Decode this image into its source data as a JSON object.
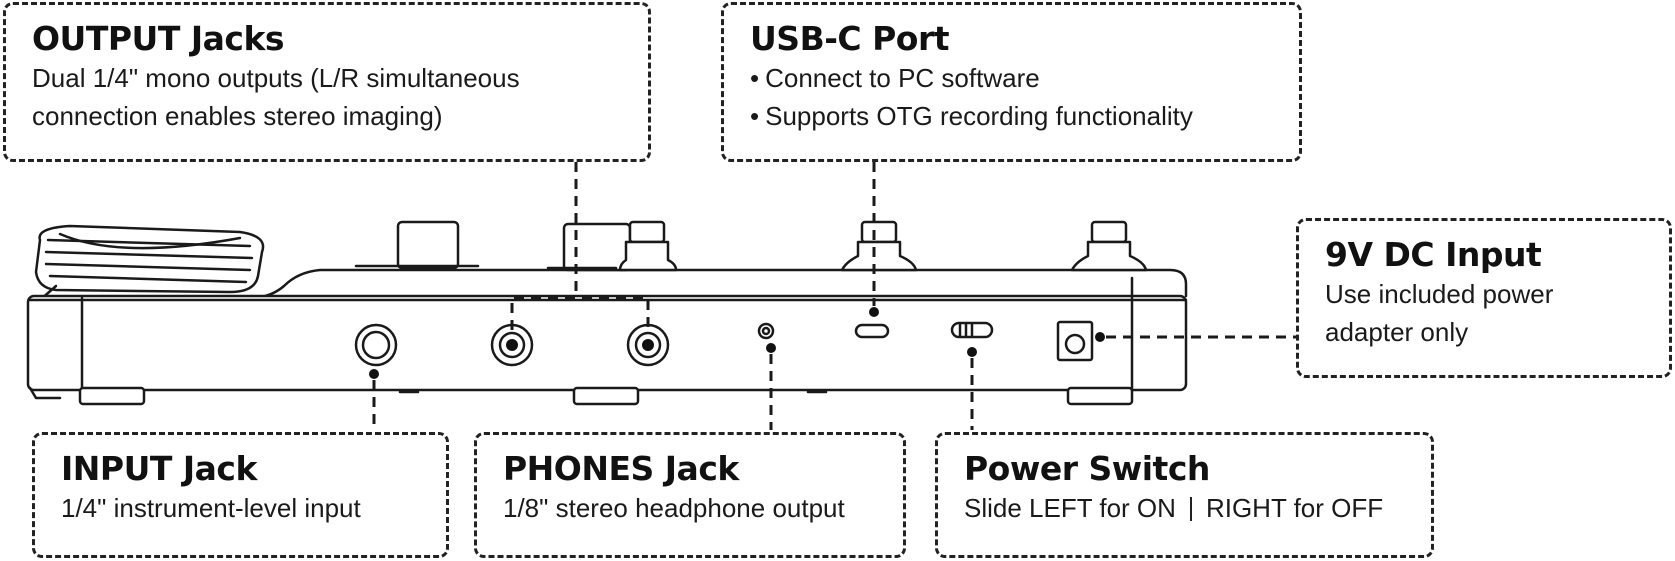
{
  "callouts": {
    "output": {
      "title": "OUTPUT Jacks",
      "line1": "Dual 1/4\" mono outputs (L/R simultaneous",
      "line2": "connection enables stereo imaging)"
    },
    "usb": {
      "title": "USB-C Port",
      "bullets": [
        "Connect to PC software",
        "Supports OTG recording functionality"
      ]
    },
    "dc": {
      "title": "9V DC Input",
      "line1": "Use included power",
      "line2": "adapter only"
    },
    "input": {
      "title": "INPUT Jack",
      "line1": "1/4\" instrument-level input"
    },
    "phones": {
      "title": "PHONES Jack",
      "line1": "1/8\" stereo headphone output"
    },
    "power": {
      "title": "Power Switch",
      "left": "Slide LEFT for ON",
      "right": "RIGHT for OFF"
    }
  },
  "colors": {
    "line": "#1a1a1a",
    "device_fill": "#ffffff",
    "background": "#ffffff"
  }
}
